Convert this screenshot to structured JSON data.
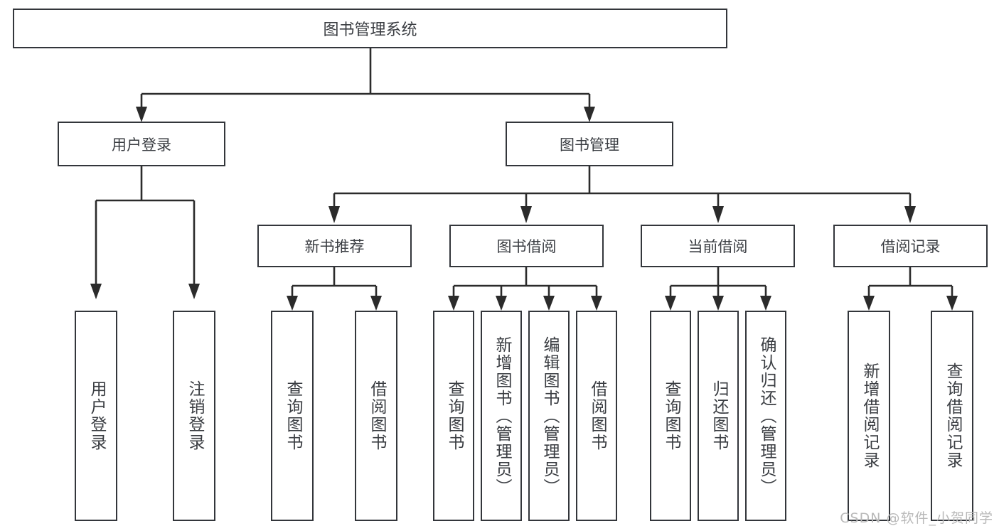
{
  "diagram": {
    "type": "tree-hierarchy",
    "title": "图书管理系统",
    "root": {
      "id": "root",
      "label": "图书管理系统"
    },
    "level2": [
      {
        "id": "user-login",
        "label": "用户登录"
      },
      {
        "id": "book-manage",
        "label": "图书管理"
      }
    ],
    "level3": [
      {
        "id": "new-book-rec",
        "label": "新书推荐",
        "parent": "book-manage"
      },
      {
        "id": "book-borrow",
        "label": "图书借阅",
        "parent": "book-manage"
      },
      {
        "id": "current-borrow",
        "label": "当前借阅",
        "parent": "book-manage"
      },
      {
        "id": "borrow-record",
        "label": "借阅记录",
        "parent": "book-manage"
      }
    ],
    "leaves": [
      {
        "id": "leaf-user-login",
        "label": "用户登录",
        "parent": "user-login"
      },
      {
        "id": "leaf-user-logout",
        "label": "注销登录",
        "parent": "user-login"
      },
      {
        "id": "leaf-query-book-rec",
        "label": "查询图书",
        "parent": "new-book-rec"
      },
      {
        "id": "leaf-borrow-book-rec",
        "label": "借阅图书",
        "parent": "new-book-rec"
      },
      {
        "id": "leaf-query-book-borrow",
        "label": "查询图书",
        "parent": "book-borrow"
      },
      {
        "id": "leaf-add-book",
        "label": "新增图书（管理员）",
        "parent": "book-borrow"
      },
      {
        "id": "leaf-edit-book",
        "label": "编辑图书（管理员）",
        "parent": "book-borrow"
      },
      {
        "id": "leaf-borrow-book",
        "label": "借阅图书",
        "parent": "book-borrow"
      },
      {
        "id": "leaf-query-book-current",
        "label": "查询图书",
        "parent": "current-borrow"
      },
      {
        "id": "leaf-return-book",
        "label": "归还图书",
        "parent": "current-borrow"
      },
      {
        "id": "leaf-confirm-return",
        "label": "确认归还（管理员）",
        "parent": "current-borrow"
      },
      {
        "id": "leaf-add-record",
        "label": "新增借阅记录",
        "parent": "borrow-record"
      },
      {
        "id": "leaf-query-record",
        "label": "查询借阅记录",
        "parent": "borrow-record"
      }
    ],
    "colors": {
      "box_border": "#33363b",
      "box_fill": "#ffffff",
      "text": "#3a3d42",
      "connector": "#2b2b2b",
      "watermark": "#b9b9b9",
      "background": "#ffffff"
    }
  },
  "watermark": {
    "text": "CSDN @软件_小贺同学"
  }
}
